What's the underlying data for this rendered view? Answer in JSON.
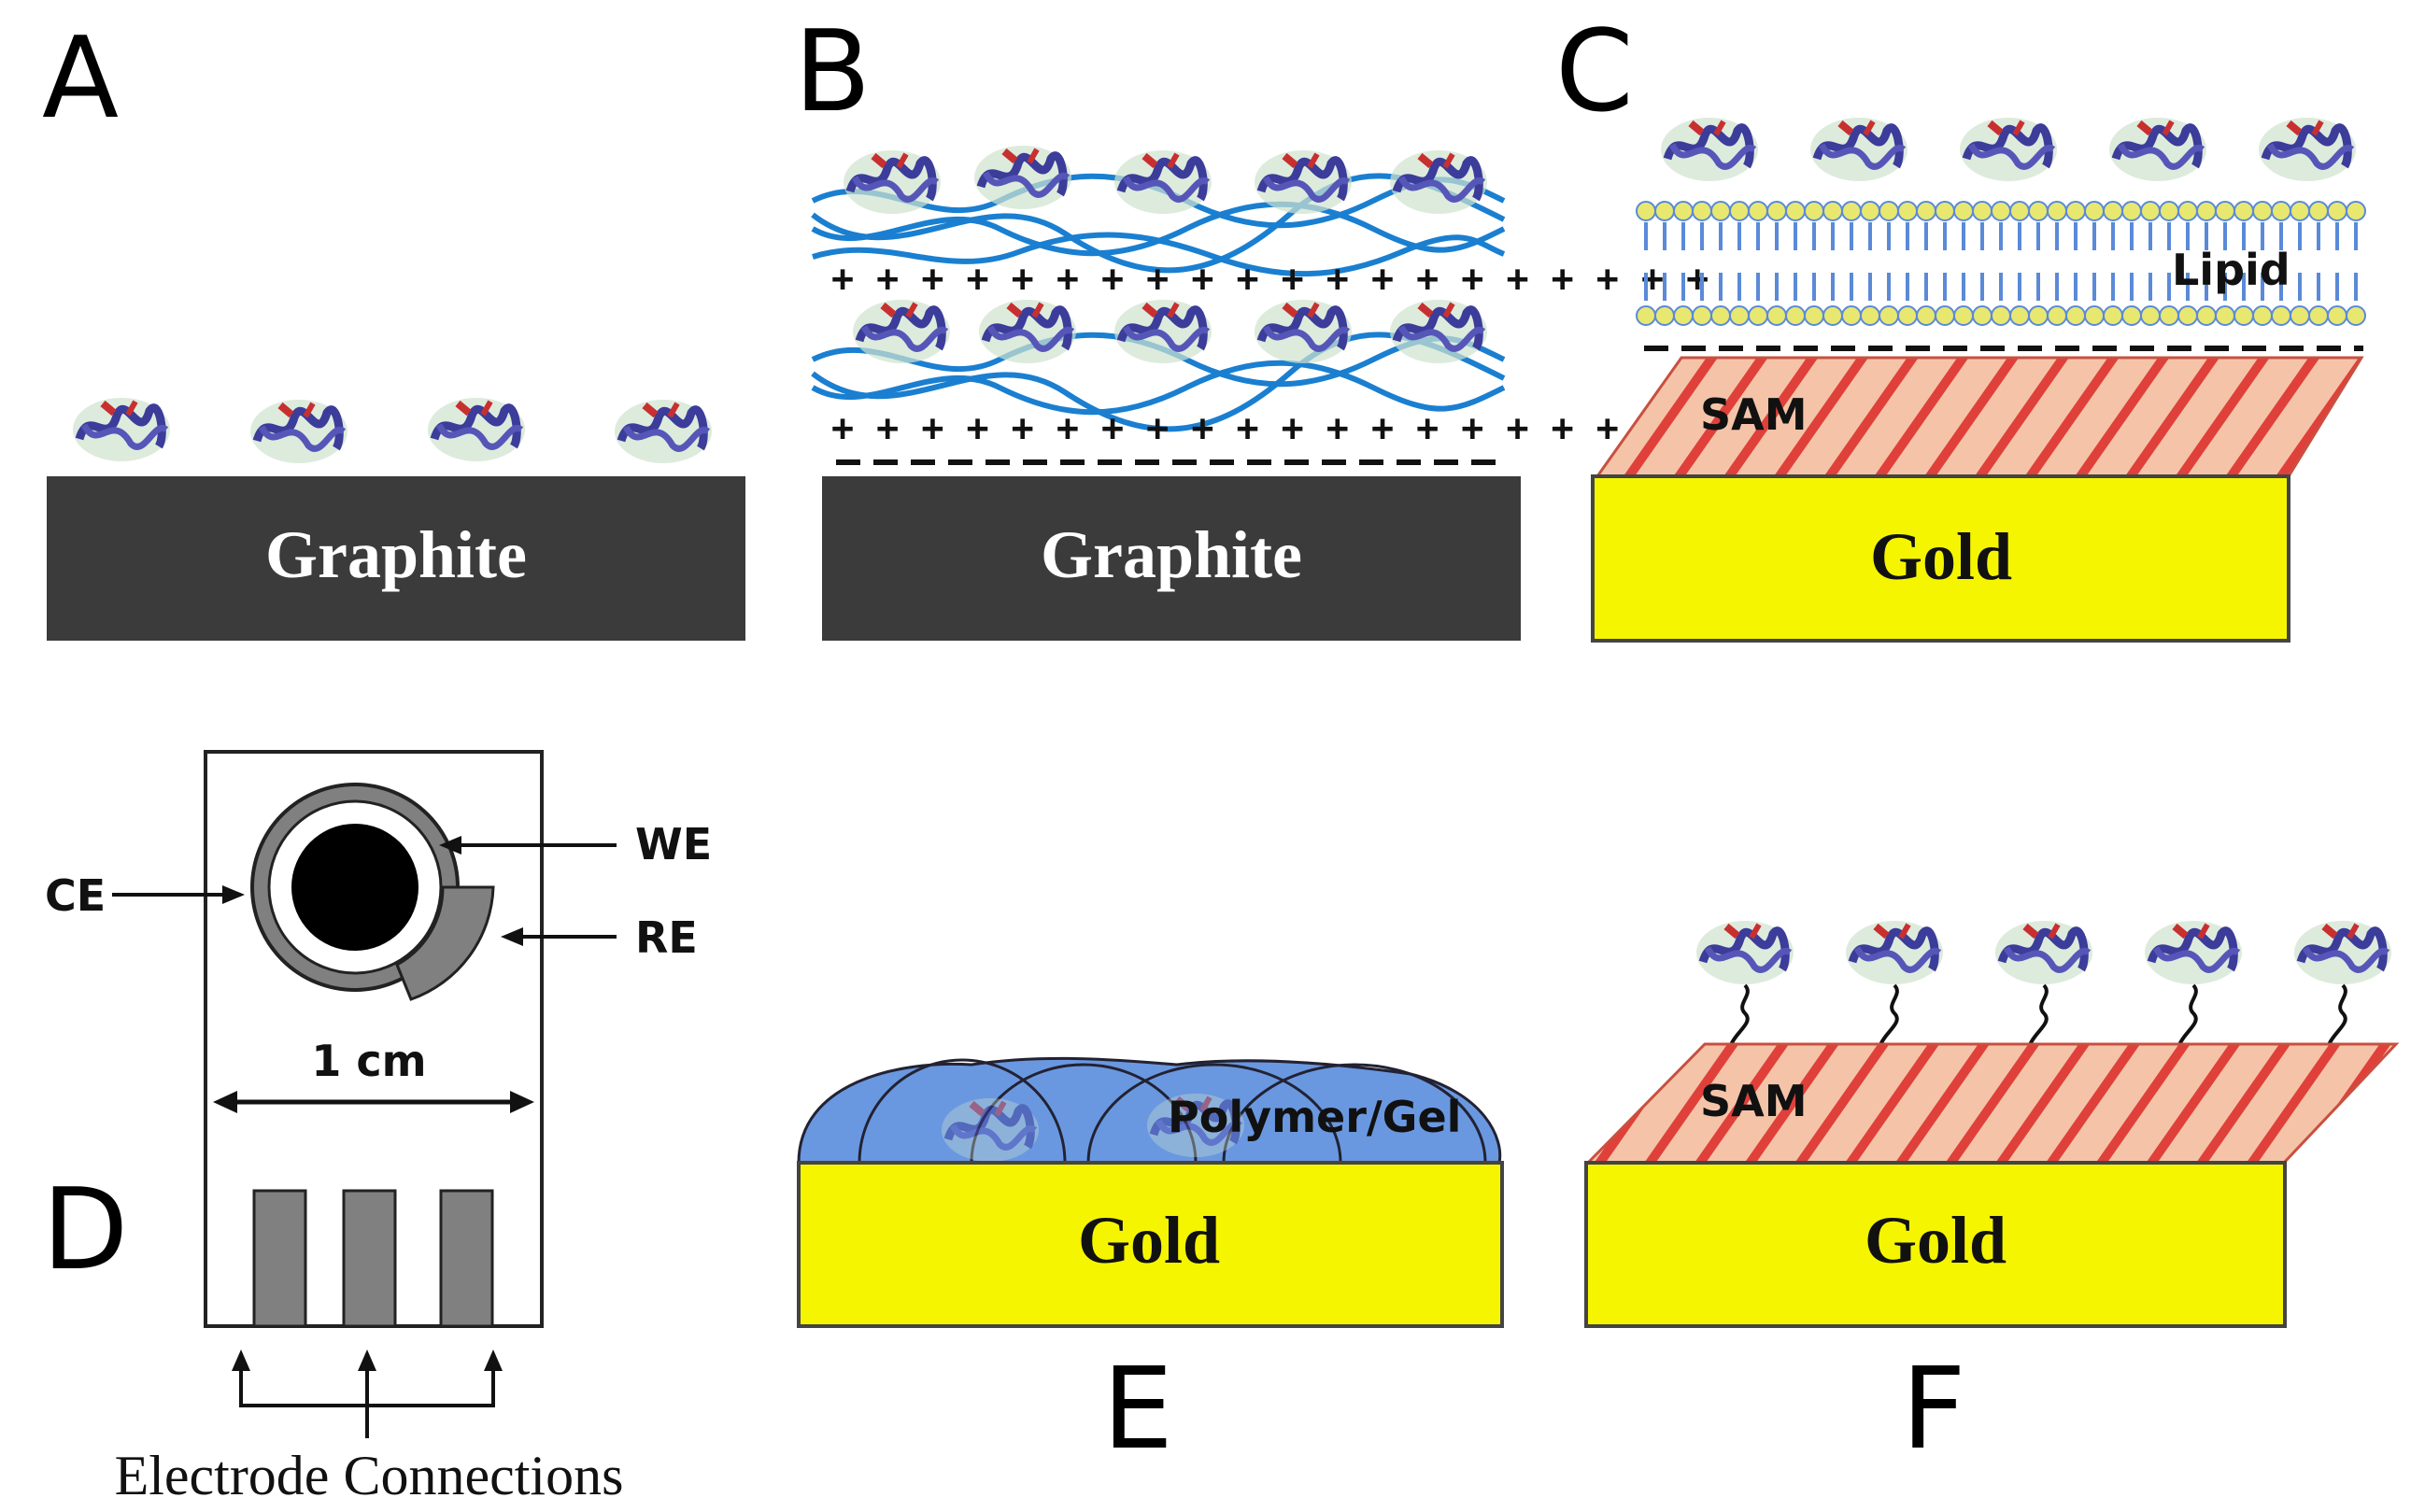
{
  "colors": {
    "graphite": "#3b3b3b",
    "gold": "#f5f500",
    "sam_fill": "#f5c4a8",
    "sam_stripe": "#e0403a",
    "polymer_blue": "#2a6cc8",
    "lipid_head": "#e8e870",
    "protein": "#3c3c9a"
  },
  "panels": {
    "A": {
      "letter": "A",
      "substrate": "Graphite"
    },
    "B": {
      "letter": "B",
      "substrate": "Graphite"
    },
    "C": {
      "letter": "C",
      "substrate": "Gold",
      "lipid_label": "Lipid",
      "sam_label": "SAM"
    },
    "D": {
      "letter": "D",
      "we_label": "WE",
      "ce_label": "CE",
      "re_label": "RE",
      "scale_label": "1 cm",
      "connections_label": "Electrode Connections"
    },
    "E": {
      "letter": "E",
      "substrate": "Gold",
      "polymer_label": "Polymer/Gel"
    },
    "F": {
      "letter": "F",
      "substrate": "Gold",
      "sam_label": "SAM"
    }
  }
}
